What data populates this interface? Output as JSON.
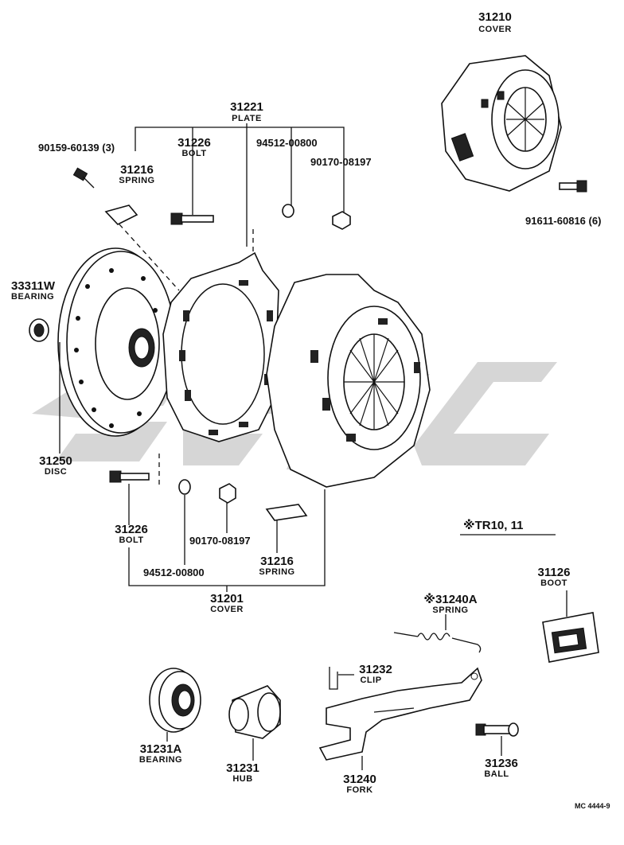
{
  "labels": {
    "cover_top": {
      "num": "31210",
      "name": "COVER"
    },
    "plate": {
      "num": "31221",
      "name": "PLATE"
    },
    "bolt_top": {
      "num": "31226",
      "name": "BOLT"
    },
    "spring_top": {
      "num": "31216",
      "name": "SPRING"
    },
    "pn_90159": "90159-60139 (3)",
    "pn_94512_top": "94512-00800",
    "pn_90170_top": "90170-08197",
    "pn_91611": "91611-60816 (6)",
    "bearing_left": {
      "num": "33311W",
      "name": "BEARING"
    },
    "disc": {
      "num": "31250",
      "name": "DISC"
    },
    "bolt_bottom": {
      "num": "31226",
      "name": "BOLT"
    },
    "pn_94512_bottom": "94512-00800",
    "pn_90170_bottom": "90170-08197",
    "spring_bottom": {
      "num": "31216",
      "name": "SPRING"
    },
    "cover_bottom": {
      "num": "31201",
      "name": "COVER"
    },
    "tr_note": "※TR10, 11",
    "boot": {
      "num": "31126",
      "name": "BOOT"
    },
    "spring_fork": {
      "num": "※31240A",
      "name": "SPRING"
    },
    "clip": {
      "num": "31232",
      "name": "CLIP"
    },
    "release_bearing": {
      "num": "31231A",
      "name": "BEARING"
    },
    "hub": {
      "num": "31231",
      "name": "HUB"
    },
    "fork": {
      "num": "31240",
      "name": "FORK"
    },
    "ball": {
      "num": "31236",
      "name": "BALL"
    },
    "footer_code": "MC 4444-9"
  },
  "colors": {
    "ink": "#111111",
    "watermark": "#c8c8c8"
  }
}
